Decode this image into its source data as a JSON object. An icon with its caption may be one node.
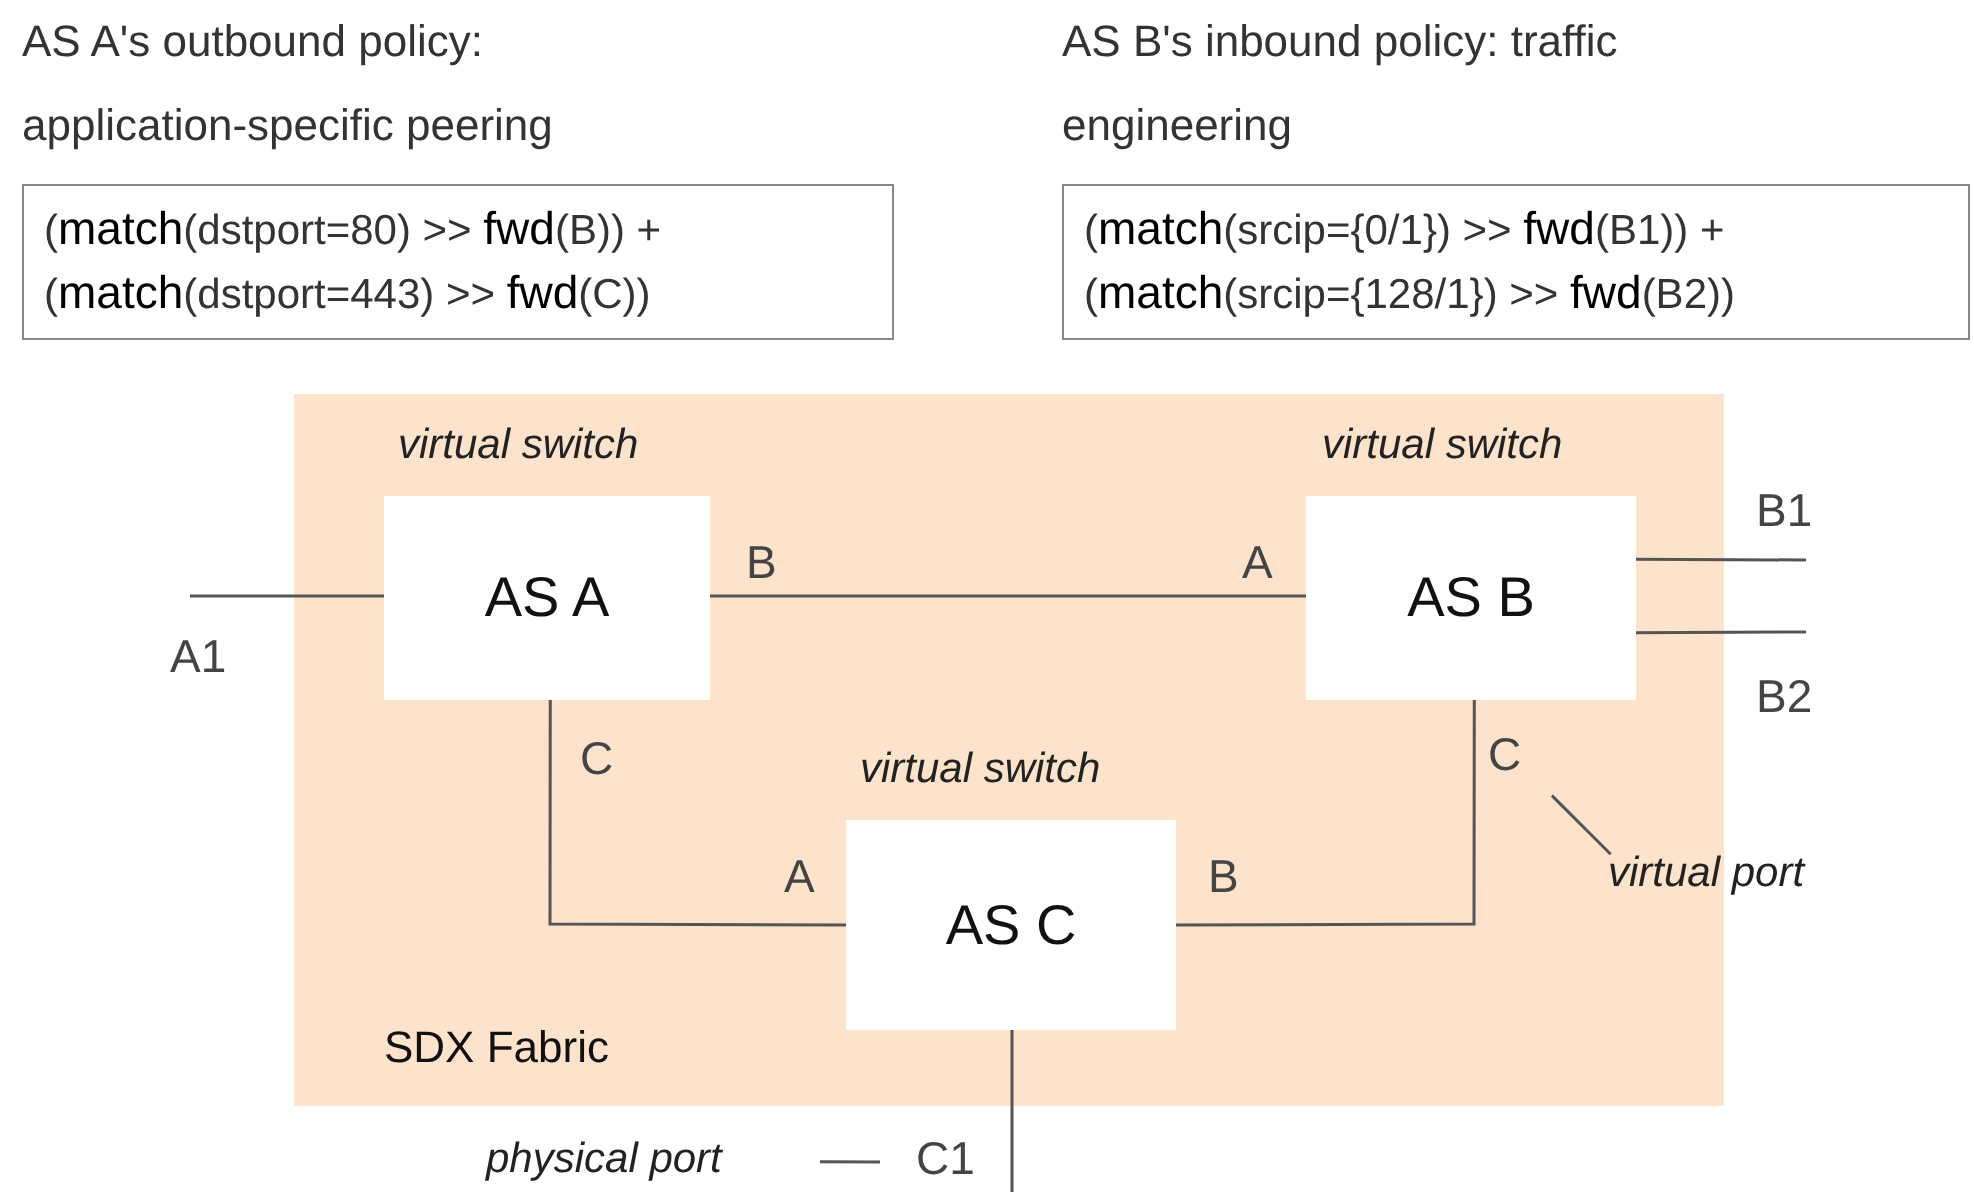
{
  "diagram": {
    "nodes": [
      {
        "text": [
          "SDX Fabric"
        ]
      },
      {
        "text": [
          "AS A"
        ],
        "in": 0,
        "beside": [
          "virtual switch"
        ]
      },
      {
        "text": [
          "AS B"
        ],
        "in": 0,
        "beside": [
          "virtual switch"
        ]
      },
      {
        "text": [
          "AS C"
        ],
        "in": 0,
        "beside": [
          "virtual switch"
        ]
      },
      {
        "text": [
          "AS A's outbound policy: application-specific peering",
          "(**match**(dstport=80) >> **fwd**(B)) +",
          "(**match**(dstport=443) >> **fwd**(C))"
        ]
      },
      {
        "text": [
          "AS B's inbound policy: traffic engineering",
          "(**match**(srcip={0/1}) >> **fwd**(B1)) +",
          "(**match**(srcip={128/1}) >> **fwd**(B2))"
        ]
      },
      {
        "text": [
          "C"
        ],
        "in": 0
      },
      {
        "text": [
          "virtual port"
        ]
      },
      {
        "text": [
          "C1"
        ]
      },
      {
        "text": [
          "physical port"
        ]
      }
    ],
    "edges": [
      {
        "from": 1,
        "to": 2,
        "arrow": "none"
      },
      {
        "from": 1,
        "to": 3,
        "arrow": "none"
      },
      {
        "from": 3,
        "to": 2,
        "arrow": "none"
      },
      {
        "from": 1,
        "to": null,
        "arrow": "none",
        "label": "A1"
      },
      {
        "from": 2,
        "to": null,
        "arrow": "none",
        "label": "B1"
      },
      {
        "from": 2,
        "to": null,
        "arrow": "none",
        "label": "B2"
      },
      {
        "from": 3,
        "to": 8,
        "arrow": "none"
      },
      {
        "from": 7,
        "to": 6,
        "arrow": "none"
      },
      {
        "from": 9,
        "to": 8,
        "arrow": "none"
      }
    ],
    "labels": [
      "B",
      "A",
      "C",
      "A",
      "B"
    ]
  }
}
